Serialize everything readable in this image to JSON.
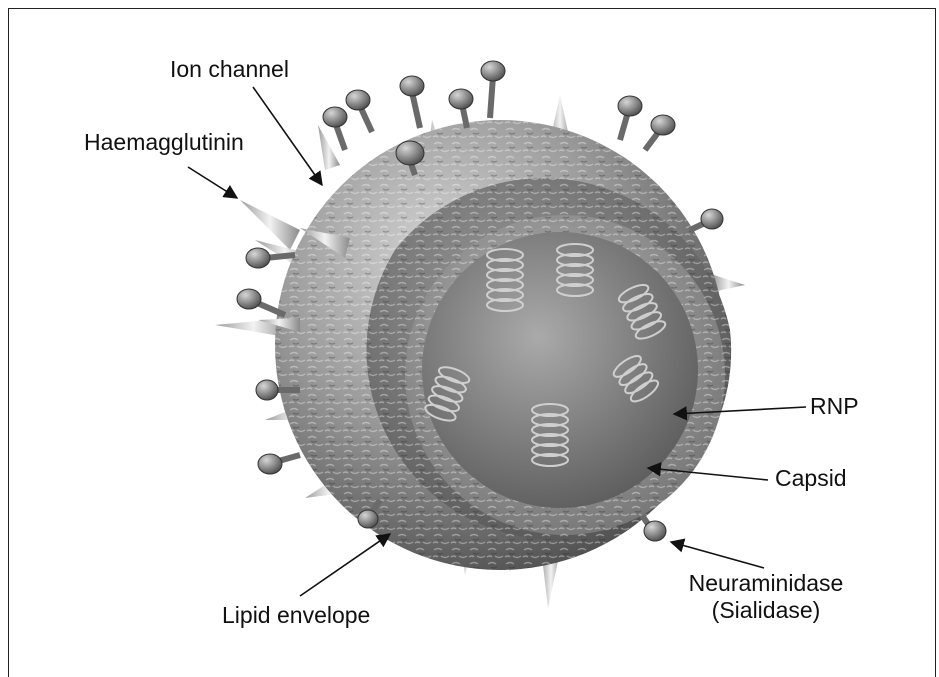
{
  "diagram": {
    "labels": {
      "ion_channel": "Ion channel",
      "haemagglutinin": "Haemagglutinin",
      "rnp": "RNP",
      "capsid": "Capsid",
      "neuraminidase_line1": "Neuraminidase",
      "neuraminidase_line2": "(Sialidase)",
      "lipid_envelope": "Lipid envelope"
    }
  }
}
